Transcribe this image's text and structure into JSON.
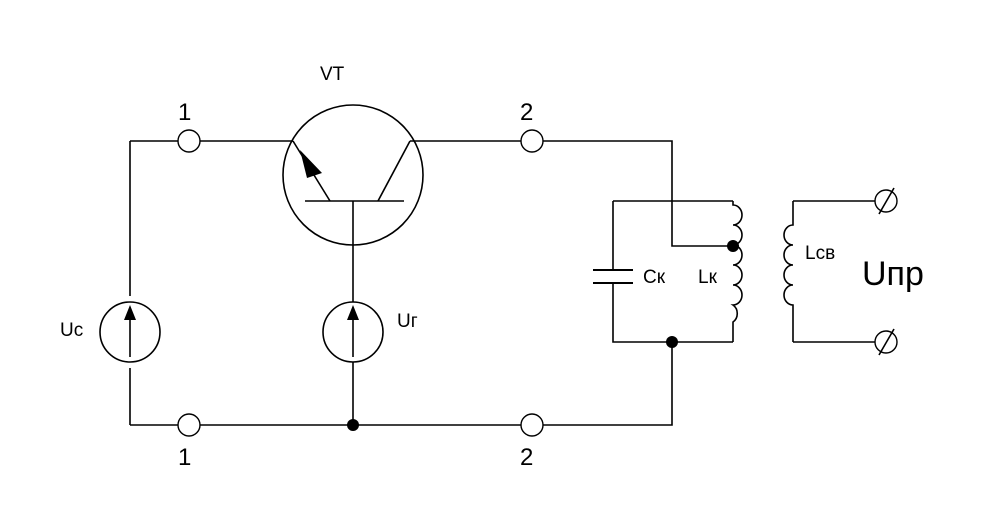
{
  "labels": {
    "transistor": "VT",
    "source_signal": "Uс",
    "source_bias": "Uг",
    "capacitor": "Cк",
    "inductor": "Lк",
    "coupling_inductor": "Lсв",
    "output_voltage": "Uпр",
    "port1_top": "1",
    "port1_bottom": "1",
    "port2_top": "2",
    "port2_bottom": "2"
  }
}
